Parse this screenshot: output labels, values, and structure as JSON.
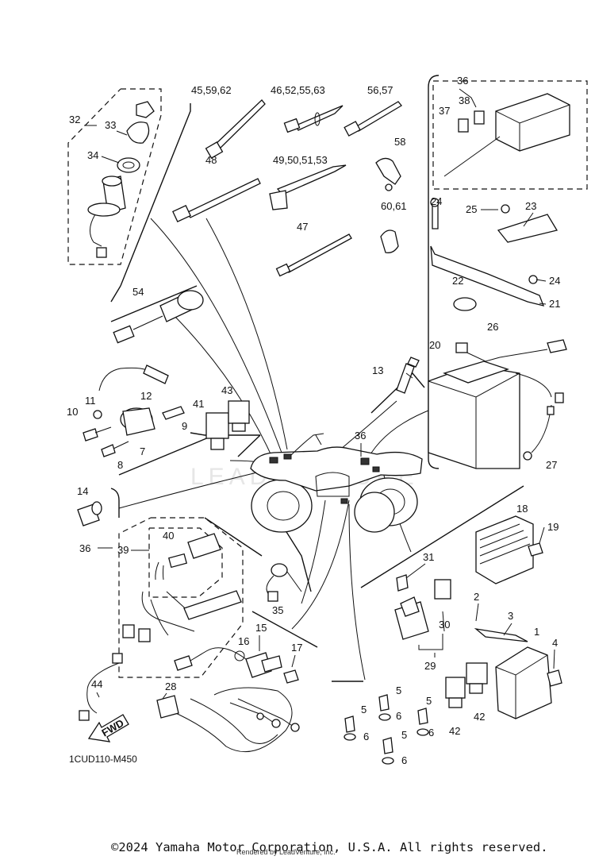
{
  "diagram_code": "1CUD110-M450",
  "watermark": "LEADVENTURE",
  "fwd_label": "FWD",
  "copyright": "©2024 Yamaha Motor Corporation, U.S.A. All rights reserved.",
  "rendered_by": "Rendered by LeadVenture, Inc.",
  "callouts": {
    "c1": "1",
    "c2": "2",
    "c3": "3",
    "c4": "4",
    "c5": "5",
    "c6": "6",
    "c7": "7",
    "c8": "8",
    "c9": "9",
    "c10": "10",
    "c11": "11",
    "c12": "12",
    "c13": "13",
    "c14": "14",
    "c15": "15",
    "c16": "16",
    "c17": "17",
    "c18": "18",
    "c19": "19",
    "c20": "20",
    "c21": "21",
    "c22": "22",
    "c23": "23",
    "c24": "24",
    "c25": "25",
    "c26": "26",
    "c27": "27",
    "c28": "28",
    "c29": "29",
    "c30": "30",
    "c31": "31",
    "c32": "32",
    "c33": "33",
    "c34": "34",
    "c35": "35",
    "c36": "36",
    "c37": "37",
    "c38": "38",
    "c39": "39",
    "c40": "40",
    "c41": "41",
    "c42": "42",
    "c43": "43",
    "c44": "44",
    "c47": "47",
    "c48": "48",
    "c54": "54",
    "c58": "58",
    "c45_59_62": "45,59,62",
    "c46_52_55_63": "46,52,55,63",
    "c56_57": "56,57",
    "c49_50_51_53": "49,50,51,53",
    "c60_61": "60,61"
  }
}
